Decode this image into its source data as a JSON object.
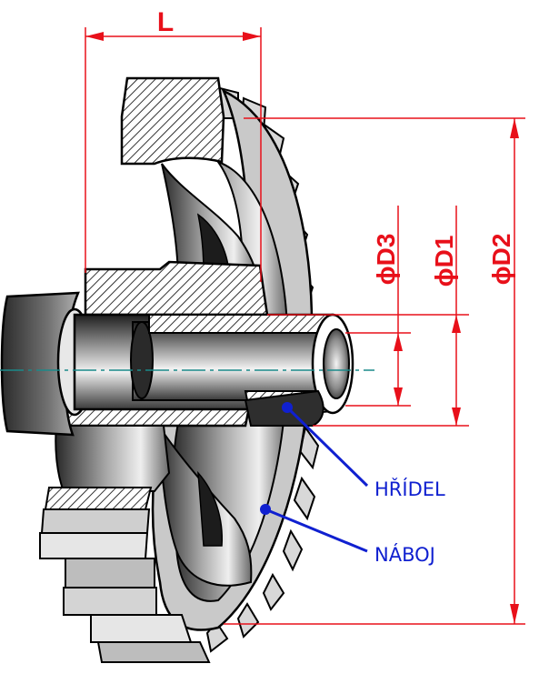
{
  "dimensions": {
    "length_label": "L",
    "d3_label": "ϕD3",
    "d1_label": "ϕD1",
    "d2_label": "ϕD2"
  },
  "callouts": {
    "shaft_label": "HŘÍDEL",
    "hub_label": "NÁBOJ"
  },
  "colors": {
    "dimension": "#e8101a",
    "callout": "#1020d0",
    "axis": "#1a8a8a",
    "outline": "#000000"
  }
}
